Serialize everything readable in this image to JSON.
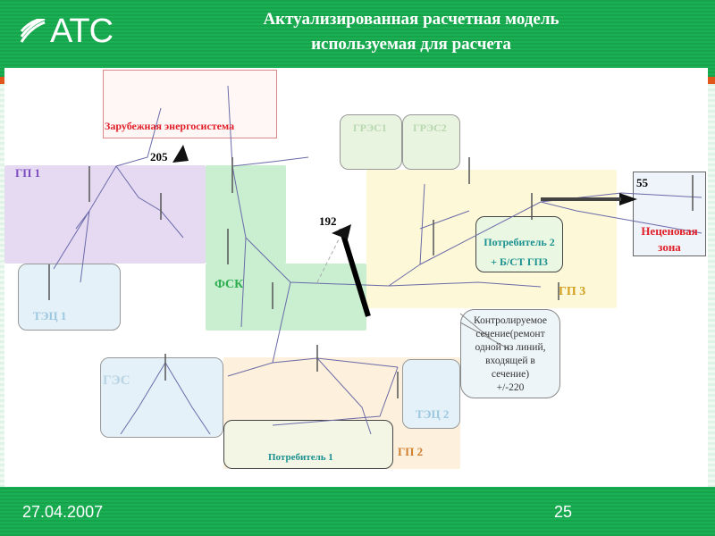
{
  "header": {
    "logo": "АТС",
    "title_line1": "Актуализированная расчетная  модель",
    "title_line2": "используемая для расчета"
  },
  "diagram": {
    "foreign": "Зарубежная энергосистема",
    "gp1": "ГП 1",
    "tec1": "ТЭЦ 1",
    "fsk": "ФСК",
    "gres1": "ГРЭС1",
    "gres2": "ГРЭС2",
    "gp3": "ГП 3",
    "consumer2_line1": "Потребитель 2",
    "consumer2_line2": "+ Б/СТ ГП3",
    "nonprice_line1": "Неценовая",
    "nonprice_line2": "зона",
    "ges": "ГЭС",
    "gp2": "ГП 2",
    "tec2": "ТЭЦ 2",
    "consumer1": "Потребитель  1",
    "flow_205": "205",
    "flow_192": "192",
    "flow_55": "55",
    "callout": [
      "Контролируемое",
      "сечение(ремонт",
      "одной из линий,",
      "входящей в",
      "сечение)",
      "+/-220"
    ]
  },
  "colors": {
    "green": "#16a34a",
    "gp1": "#e6d9f2",
    "fsk": "#c9efd0",
    "gp3": "#fdf8d8",
    "gp2": "#fdf0dc",
    "tec": "#e4f1f8",
    "consumer": "#eaf7e2"
  },
  "footer": {
    "date": "27.04.2007",
    "page": "25"
  }
}
